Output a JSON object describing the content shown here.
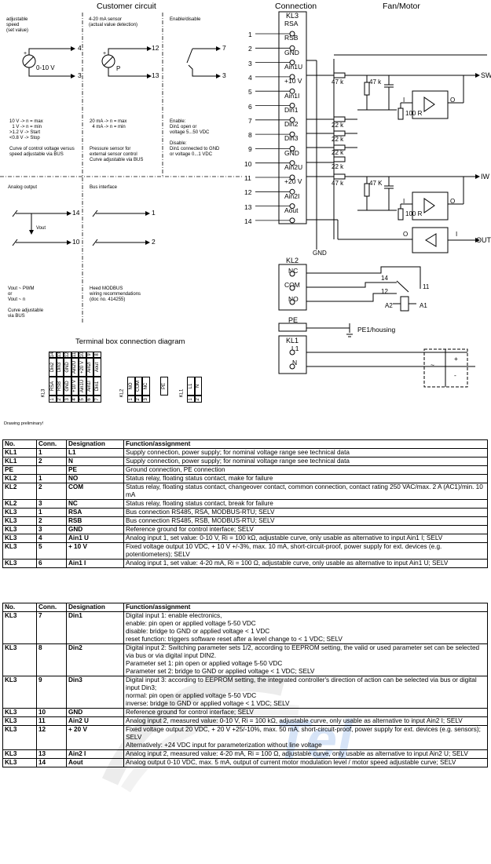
{
  "headings": {
    "customer_circuit": "Customer circuit",
    "connection": "Connection",
    "fan_motor": "Fan/Motor",
    "terminal_box": "Terminal box connection diagram",
    "drawing_note": "Drawing preliminary!"
  },
  "customer_blocks": {
    "speed_title": "adjustable\nspeed\n(set value)",
    "speed_src": "0-10 V",
    "speed_desc": "10 V -> n = max\n  1 V -> n = min\n>1.2 V -> Start\n<0.8 V -> Stop\n\nCurve of control voltage versus\nspeed adjustable via BUS",
    "sensor_title": "4-20 mA sensor\n(actual value detection)",
    "sensor_src": "P",
    "sensor_desc": "20 mA -> n = max\n  4 mA -> n = min\n\n\n\nPressure sensor for\nexternal sensor control\nCurve adjustable via BUS",
    "enable_title": "Enable/disable",
    "enable_desc": "Enable:\nDin1 open or\nvoltage 5...50 VDC\n\nDisable:\nDin1 connected to GND\nor voltage 0...1 VDC",
    "analog_title": "Analog output",
    "vout_label": "Vout",
    "analog_desc": "Vout ~ PWM\nor\nVout ~ n\n\nCurve adjustable\nvia BUS",
    "bus_title": "Bus interface",
    "bus_desc": "Heed MODBUS\nwiring recommendations\n(doc no. 414255)"
  },
  "customer_terminals": {
    "speed": [
      "4",
      "3"
    ],
    "sensor": [
      "12",
      "13"
    ],
    "enable": [
      "7",
      "3"
    ],
    "analog": [
      "14",
      "10"
    ],
    "bus": [
      "1",
      "2"
    ]
  },
  "connection": {
    "kl3_label": "KL3",
    "kl3_pins": [
      "RSA",
      "RSB",
      "GND",
      "Ain1U",
      "+10 V",
      "Ain1I",
      "Din1",
      "Din2",
      "Din3",
      "GND",
      "Ain2U",
      "+20 V",
      "Ain2I",
      "Aout"
    ],
    "kl3_numbers": [
      "1",
      "2",
      "3",
      "4",
      "5",
      "6",
      "7",
      "8",
      "9",
      "10",
      "11",
      "12",
      "13",
      "14"
    ],
    "resistors": [
      "47 k",
      "47 k",
      "100 R",
      "22 k",
      "22 k",
      "22 k",
      "22 k",
      "47 k",
      "47 K",
      "100 R"
    ],
    "signals": [
      "SW",
      "IW",
      "OUT"
    ],
    "io_letters": [
      "I",
      "O",
      "I",
      "O",
      "O",
      "I"
    ],
    "gnd_label": "GND",
    "kl2_label": "KL2",
    "kl2_pins": [
      "NC",
      "COM",
      "NO"
    ],
    "relay_nums": [
      "14",
      "12",
      "11",
      "A2",
      "A1"
    ],
    "pe_label": "PE",
    "pe_housing": "PE1/housing",
    "kl1_label": "KL1",
    "kl1_pins": [
      "L1",
      "N"
    ],
    "supply_marks": [
      "~",
      "+",
      "-"
    ]
  },
  "terminal_box": {
    "kl3_label": "KL3",
    "kl3_numbers": [
      "1",
      "2",
      "3",
      "4",
      "5",
      "6",
      "7",
      "8",
      "9",
      "10",
      "11",
      "12",
      "13",
      "14"
    ],
    "kl3_bottom": [
      "RSA",
      "RSB",
      "GND",
      "+10 V",
      "Ain1U",
      "Ain1I",
      "Din1"
    ],
    "kl3_top": [
      "Din2",
      "Din3",
      "GND",
      "Ain2U",
      "+20 V",
      "Ain2I",
      "Aout"
    ],
    "kl2_label": "KL2",
    "kl2_pins": [
      "NO",
      "COM",
      "NC"
    ],
    "kl2_numbers": [
      "1",
      "2",
      "3"
    ],
    "pe_label": "PE",
    "kl1_label": "KL1",
    "kl1_pins": [
      "L1",
      "N"
    ],
    "kl1_numbers": [
      "1",
      "2"
    ]
  },
  "table1": {
    "headers": [
      "No.",
      "Conn.",
      "Designation",
      "Function/assignment"
    ],
    "rows": [
      [
        "KL1",
        "1",
        "L1",
        "Supply connection, power supply; for nominal voltage range see technical data"
      ],
      [
        "KL1",
        "2",
        "N",
        "Supply connection, power supply; for nominal voltage range see technical data"
      ],
      [
        "PE",
        "",
        "PE",
        "Ground connection, PE connection"
      ],
      [
        "KL2",
        "1",
        "NO",
        "Status relay, floating status contact, make for failure"
      ],
      [
        "KL2",
        "2",
        "COM",
        "Status relay, floating status contact, changeover contact, common connection, contact rating 250 VAC/max. 2 A (AC1)/min. 10 mA"
      ],
      [
        "KL2",
        "3",
        "NC",
        "Status relay, floating status contact, break for failure"
      ],
      [
        "KL3",
        "1",
        "RSA",
        "Bus connection RS485, RSA, MODBUS-RTU; SELV"
      ],
      [
        "KL3",
        "2",
        "RSB",
        "Bus connection RS485, RSB, MODBUS-RTU; SELV"
      ],
      [
        "KL3",
        "3",
        "GND",
        "Reference ground for control interface; SELV"
      ],
      [
        "KL3",
        "4",
        "Ain1 U",
        "Analog input 1, set value: 0-10 V, Ri = 100 kΩ, adjustable curve, only usable as alternative to input Ain1 I; SELV"
      ],
      [
        "KL3",
        "5",
        "+ 10 V",
        "Fixed voltage output 10 VDC, + 10 V +/-3%, max. 10 mA, short-circuit-proof, power supply for ext. devices (e.g. potentiometers); SELV"
      ],
      [
        "KL3",
        "6",
        "Ain1 I",
        "Analog input 1, set value: 4-20 mA, Ri = 100 Ω, adjustable curve, only usable as alternative to input Ain1 U; SELV"
      ]
    ]
  },
  "table2": {
    "headers": [
      "No.",
      "Conn.",
      "Designation",
      "Function/assignment"
    ],
    "rows": [
      [
        "KL3",
        "7",
        "Din1",
        "Digital input 1: enable electronics,\nenable: pin open or applied voltage 5-50 VDC\ndisable: bridge to GND or applied voltage < 1 VDC\nreset function: triggers software reset after a level change to < 1 VDC; SELV"
      ],
      [
        "KL3",
        "8",
        "Din2",
        "Digital input 2: Switching parameter sets 1/2, according to EEPROM setting, the valid or used parameter set can be selected via bus or via digital input DIN2.\nParameter set 1: pin open or applied voltage 5-50 VDC\nParameter set 2: bridge to GND or applied voltage < 1 VDC; SELV"
      ],
      [
        "KL3",
        "9",
        "Din3",
        "Digital input 3: according to EEPROM setting, the integrated controller's direction of action can be selected via bus or digital input Din3;\nnormal: pin open or applied voltage 5-50 VDC\ninverse: bridge to GND or applied voltage < 1 VDC; SELV"
      ],
      [
        "KL3",
        "10",
        "GND",
        "Reference ground for control interface; SELV"
      ],
      [
        "KL3",
        "11",
        "Ain2 U",
        "Analog input 2, measured value: 0-10 V, Ri = 100 kΩ, adjustable curve, only usable as alternative to input Ain2 I; SELV"
      ],
      [
        "KL3",
        "12",
        "+ 20 V",
        "Fixed voltage output 20 VDC, + 20 V +25/-10%, max. 50 mA, short-circuit-proof, power supply for ext. devices (e.g. sensors); SELV\nAlternatively: +24 VDC input for parameterization without line voltage"
      ],
      [
        "KL3",
        "13",
        "Ain2 I",
        "Analog input 2, measured value: 4-20 mA, Ri = 100 Ω, adjustable curve, only usable as alternative to input Ain2 U; SELV"
      ],
      [
        "KL3",
        "14",
        "Aout",
        "Analog output 0-10 VDC, max. 5 mA, output of current motor modulation level / motor speed adjustable curve; SELV"
      ]
    ]
  },
  "watermark": {
    "text": "Tel",
    "color": "#2a6fd6"
  }
}
